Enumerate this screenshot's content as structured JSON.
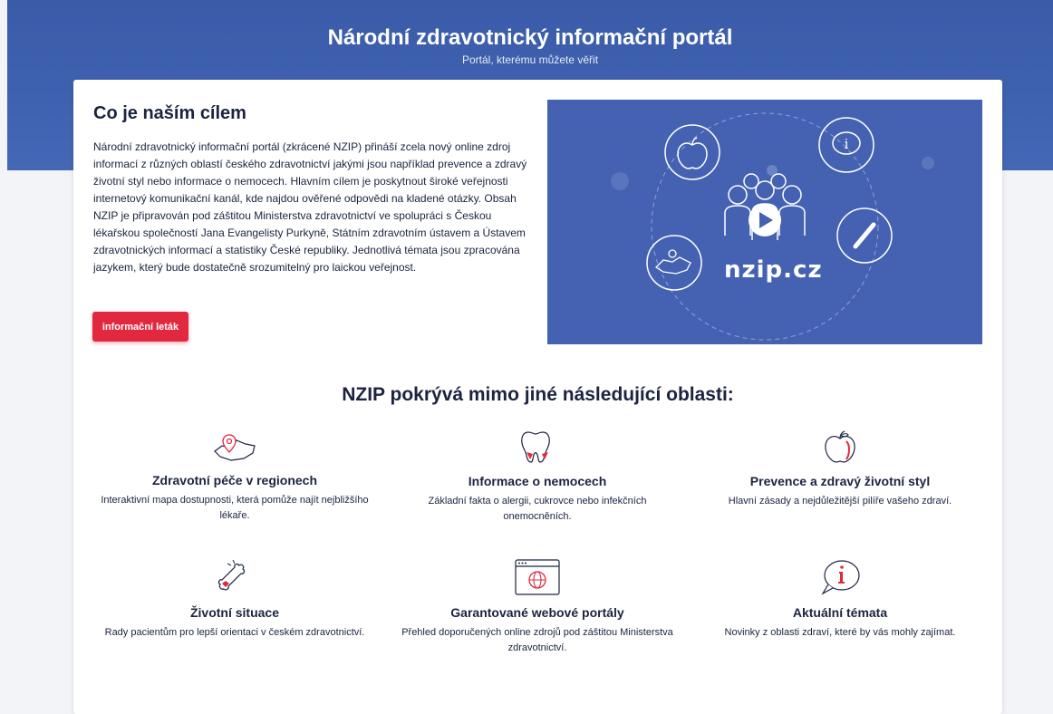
{
  "hero": {
    "title": "Národní zdravotnický informační portál",
    "subtitle": "Portál, kterému můžete věřit"
  },
  "about": {
    "title": "Co je naším cílem",
    "text": "Národní zdravotnický informační portál (zkrácené NZIP) přináší zcela nový online zdroj informací z různých oblastí českého zdravotnictví jakými jsou například prevence a zdravý životní styl nebo informace o nemocech. Hlavním cílem je poskytnout široké veřejnosti internetový komunikační kanál, kde najdou ověřené odpovědi na kladené otázky. Obsah NZIP je připravován pod záštitou Ministerstva zdravotnictví ve spolupráci s Českou lékařskou společností Jana Evangelisty Purkyně, Státním zdravotním ústavem a Ústavem zdravotnických informací a statistiky České republiky. Jednotlivá témata jsou zpracována jazykem, který bude dostatečně srozumitelný pro laickou veřejnost.",
    "button_label": "informační leták"
  },
  "video": {
    "logo_text": "nzip.cz"
  },
  "areas": {
    "title": "NZIP pokrývá mimo jiné následující oblasti:",
    "items": [
      {
        "title": "Zdravotní péče v regionech",
        "desc": "Interaktivní mapa dostupnosti, která pomůže najít nejbližšího lékaře.",
        "icon": "map-pin-icon"
      },
      {
        "title": "Informace o nemocech",
        "desc": "Základní fakta o alergii, cukrovce nebo infekčních onemocněních.",
        "icon": "tooth-icon"
      },
      {
        "title": "Prevence a zdravý životní styl",
        "desc": "Hlavní zásady a nejdůležitější pilíře vašeho zdraví.",
        "icon": "apple-icon"
      },
      {
        "title": "Životní situace",
        "desc": "Rady pacientům pro lepší orientaci v českém zdravotnictví.",
        "icon": "bone-icon"
      },
      {
        "title": "Garantované webové portály",
        "desc": "Přehled doporučených online zdrojů pod záštitou Ministerstva zdravotnictví.",
        "icon": "browser-globe-icon"
      },
      {
        "title": "Aktuální témata",
        "desc": "Novinky z oblasti zdraví, které by vás mohly zajímat.",
        "icon": "info-bubble-icon"
      }
    ]
  },
  "colors": {
    "hero_blue": "#3f62b0",
    "accent_red": "#e2283f",
    "text_dark": "#1b2340",
    "video_blue": "#4562b2"
  }
}
